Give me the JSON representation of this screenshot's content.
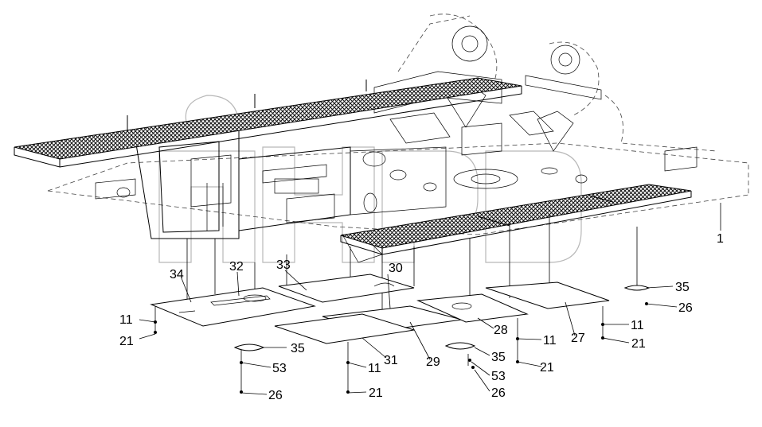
{
  "diagram": {
    "callouts": {
      "c1": "1",
      "c34": "34",
      "c32": "32",
      "c33": "33",
      "c30": "30",
      "c35a": "35",
      "c26a": "26",
      "c11a": "11",
      "c21a": "21",
      "c35b": "35",
      "c53a": "53",
      "c26b": "26",
      "c11b": "11",
      "c31": "31",
      "c21b": "21",
      "c29": "29",
      "c35c": "35",
      "c53b": "53",
      "c26c": "26",
      "c28": "28",
      "c11c": "11",
      "c21c": "21",
      "c27": "27",
      "c11d": "11",
      "c21d": "21"
    },
    "colors": {
      "line": "#000000",
      "grating": "#1a1a1a",
      "watermark": "#b8b8b8",
      "background": "#ffffff"
    }
  }
}
